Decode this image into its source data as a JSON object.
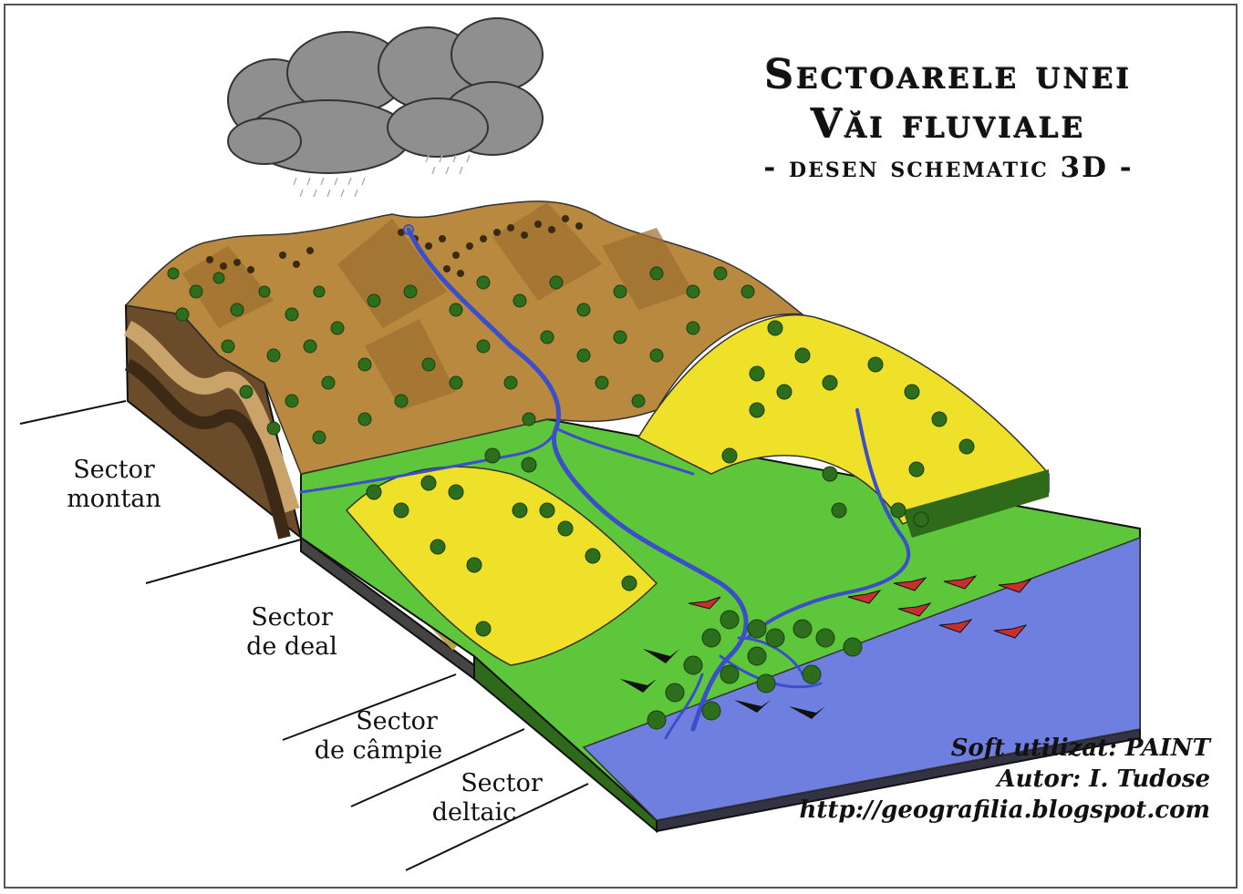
{
  "title": {
    "line1": "Sectoarele unei",
    "line2": "Văi fluviale",
    "line3": "- desen schematic 3D -"
  },
  "sectors": [
    {
      "line1": "Sector",
      "line2": "montan"
    },
    {
      "line1": "Sector",
      "line2": "de deal"
    },
    {
      "line1": "Sector",
      "line2": "de câmpie"
    },
    {
      "line1": "Sector",
      "line2": "deltaic"
    }
  ],
  "credits": {
    "software": "Soft utilizat: PAINT",
    "author": "Autor: I. Tudose",
    "url": "http://geografilia.blogspot.com"
  },
  "colors": {
    "mountain": "#b8893f",
    "hills": "#efe02a",
    "plain": "#5ec63a",
    "river": "#3a4fc9",
    "sea": "#6f7fe0",
    "tree": "#2d6e1c",
    "cloud": "#8f8f8f"
  }
}
